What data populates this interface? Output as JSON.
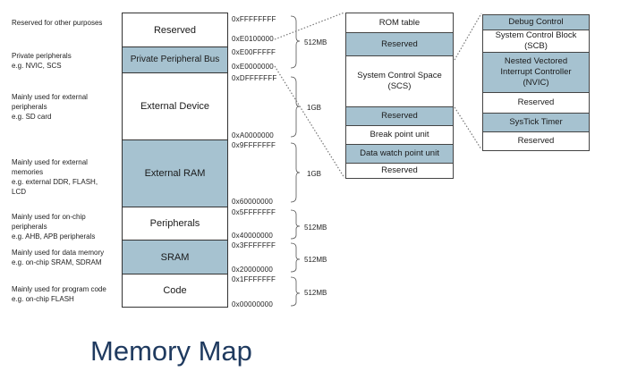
{
  "descriptions": [
    {
      "lines": [
        "Reserved for other purposes"
      ]
    },
    {
      "lines": [
        "Private peripherals",
        "e.g. NVIC, SCS"
      ]
    },
    {
      "lines": [
        "Mainly used for external",
        "peripherals",
        "e.g. SD card"
      ]
    },
    {
      "lines": [
        "Mainly used for external",
        "memories",
        "e.g. external DDR, FLASH,",
        "LCD"
      ]
    },
    {
      "lines": [
        "Mainly used for on-chip",
        "peripherals",
        "e.g. AHB, APB peripherals"
      ]
    },
    {
      "lines": [
        "Mainly used for data memory",
        "e.g. on-chip SRAM, SDRAM"
      ]
    },
    {
      "lines": [
        "Mainly used for program code",
        "e.g. on-chip FLASH"
      ]
    }
  ],
  "regions": [
    {
      "label": "Reserved"
    },
    {
      "label": "Private Peripheral Bus"
    },
    {
      "label": "External Device"
    },
    {
      "label": "External RAM"
    },
    {
      "label": "Peripherals"
    },
    {
      "label": "SRAM"
    },
    {
      "label": "Code"
    }
  ],
  "addresses": [
    "0xFFFFFFFF",
    "0xE0100000",
    "0xE00FFFFF",
    "0xE0000000",
    "0xDFFFFFFF",
    "0xA0000000",
    "0x9FFFFFFF",
    "0x60000000",
    "0x5FFFFFFF",
    "0x40000000",
    "0x3FFFFFFF",
    "0x20000000",
    "0x1FFFFFFF",
    "0x00000000"
  ],
  "sizes": [
    "512MB",
    "1GB",
    "1GB",
    "512MB",
    "512MB",
    "512MB"
  ],
  "ppb_blocks": [
    "ROM table",
    "Reserved",
    "System Control Space\n(SCS)",
    "Reserved",
    "Break point unit",
    "Data watch point unit",
    "Reserved"
  ],
  "scs_blocks": [
    "Debug Control",
    "System Control Block\n(SCB)",
    "Nested Vectored\nInterrupt Controller\n(NVIC)",
    "Reserved",
    "SysTick Timer",
    "Reserved"
  ],
  "title": "Memory Map",
  "colors": {
    "block_blue": "#a6c2d0",
    "title": "#1f3a5f"
  }
}
